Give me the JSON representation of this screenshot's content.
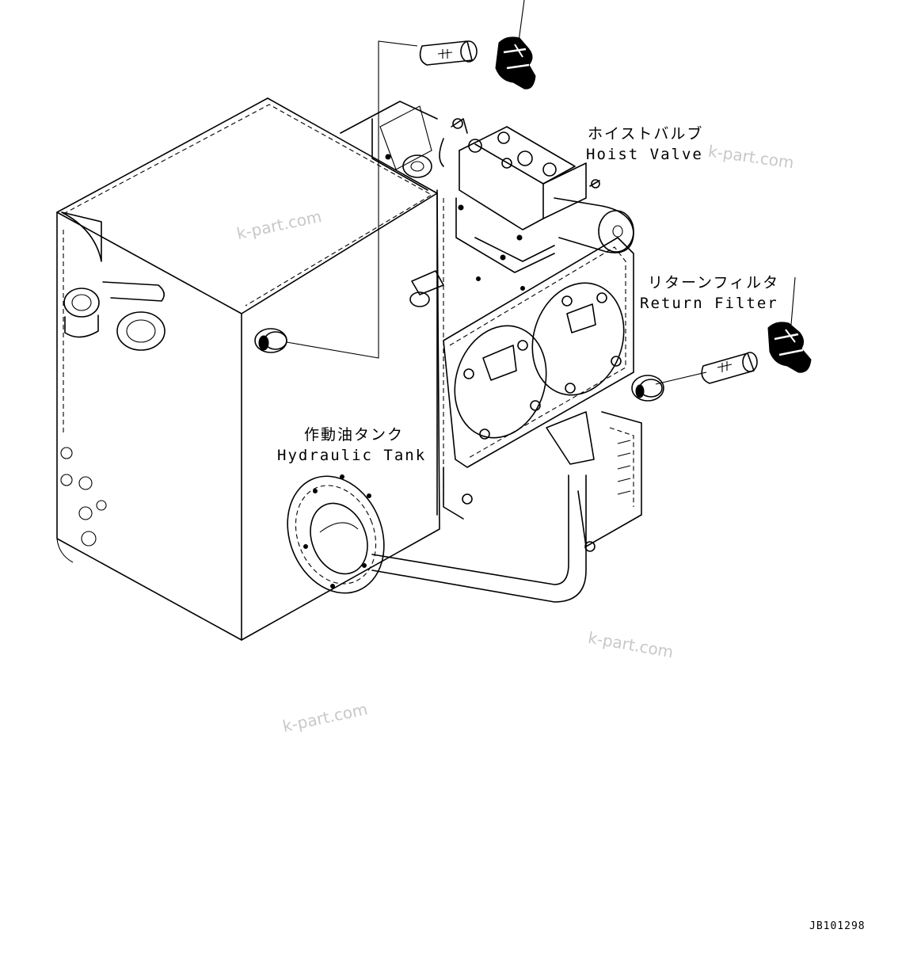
{
  "labels": {
    "hoist_valve_jp": "ホイストバルブ",
    "hoist_valve_en": "Hoist Valve",
    "return_filter_jp": "リターンフィルタ",
    "return_filter_en": "Return Filter",
    "hydraulic_tank_jp": "作動油タンク",
    "hydraulic_tank_en": "Hydraulic Tank"
  },
  "watermark": "k-part.com",
  "drawing_code": "JB101298",
  "icons": [
    "gauge-knob-icon",
    "sight-tube-icon",
    "sight-gauge-ring-icon"
  ]
}
